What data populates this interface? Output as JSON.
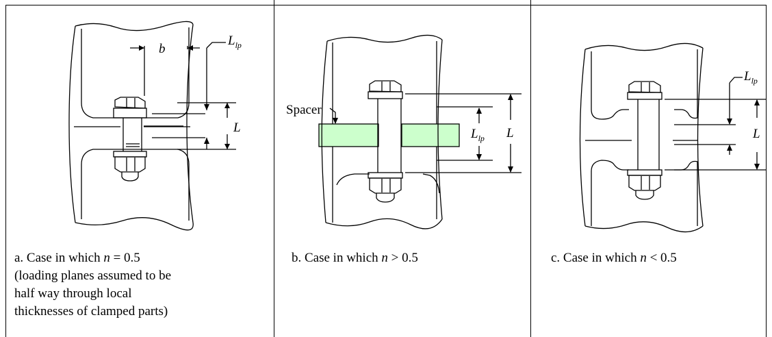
{
  "colors": {
    "line": "#000000",
    "spacer_fill": "#ccffcc"
  },
  "panels": [
    {
      "id": "a",
      "caption_prefix": "a. Case in which ",
      "caption_var": "n",
      "caption_rel": " = 0.5",
      "caption_note": [
        "(loading planes assumed to be",
        "half way through local",
        "thicknesses of clamped parts)"
      ],
      "labels": {
        "b": "b",
        "L": "L",
        "Llp_main": "L",
        "Llp_sub": "lp"
      }
    },
    {
      "id": "b",
      "caption_prefix": "b. Case in which ",
      "caption_var": "n",
      "caption_rel": " > 0.5",
      "caption_note": [],
      "labels": {
        "spacer": "Spacer",
        "L": "L",
        "Llp_main": "L",
        "Llp_sub": "lp"
      }
    },
    {
      "id": "c",
      "caption_prefix": "c. Case in which ",
      "caption_var": "n",
      "caption_rel": " < 0.5",
      "caption_note": [],
      "labels": {
        "L": "L",
        "Llp_main": "L",
        "Llp_sub": "lp"
      }
    }
  ]
}
